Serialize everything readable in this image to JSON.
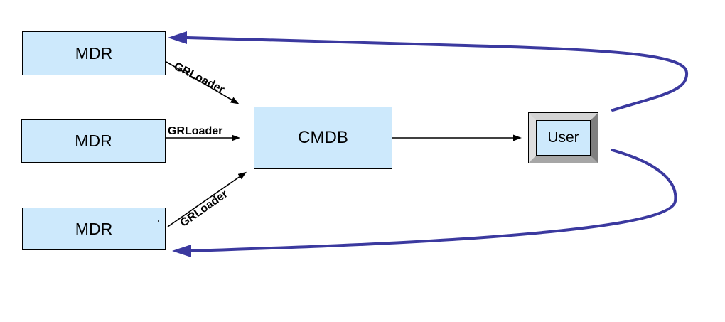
{
  "diagram": {
    "nodes": {
      "mdr1": {
        "label": "MDR"
      },
      "mdr2": {
        "label": "MDR"
      },
      "mdr3": {
        "label": "MDR"
      },
      "cmdb": {
        "label": "CMDB"
      },
      "user": {
        "label": "User"
      }
    },
    "edge_labels": {
      "mdr1_to_cmdb": "GRLoader",
      "mdr2_to_cmdb": "GRLoader",
      "mdr3_to_cmdb": "GRLoader"
    },
    "colors": {
      "background": "#ffffff",
      "node_fill": "#cde9fc",
      "node_border": "#000000",
      "flow_arrow": "#000000",
      "feedback_arrow": "#3b399f",
      "bevel_top": "#d4d4d4",
      "bevel_right": "#7f7f7f",
      "bevel_bottom": "#a6a6a6",
      "bevel_left": "#dedede"
    }
  }
}
